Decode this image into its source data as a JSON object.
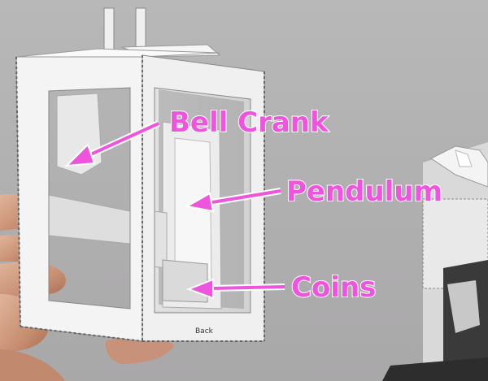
{
  "photo": {
    "description_colors": {
      "background": "#b7b6b7",
      "paper": "#f2f2f2",
      "annotation": "#ee55dd",
      "annotation_outline": "#ffffff"
    },
    "labels": {
      "bell_crank": "Bell Crank",
      "pendulum": "Pendulum",
      "coins": "Coins",
      "back": "Back"
    }
  }
}
